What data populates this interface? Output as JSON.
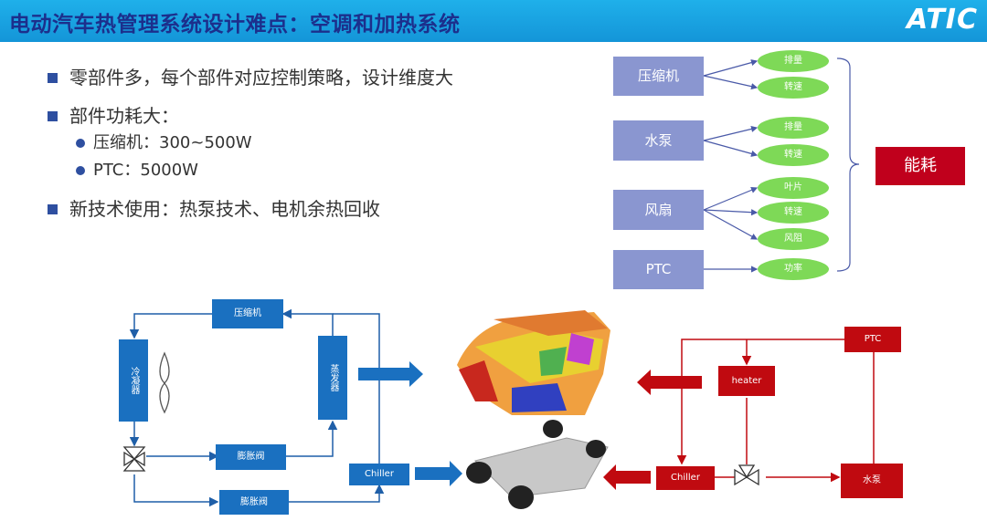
{
  "header": {
    "title": "电动汽车热管理系统设计难点：空调和加热系统",
    "logo": "ATIC"
  },
  "bullets": {
    "b1": "零部件多，每个部件对应控制策略，设计维度大",
    "b2": "部件功耗大：",
    "b2_sub1": "压缩机：300~500W",
    "b2_sub2": "PTC：5000W",
    "b3": "新技术使用：热泵技术、电机余热回收"
  },
  "tree": {
    "compressor": "压缩机",
    "pump": "水泵",
    "fan": "风扇",
    "ptc": "PTC",
    "c_disp": "排量",
    "c_speed": "转速",
    "p_disp": "排量",
    "p_speed": "转速",
    "f_blade": "叶片",
    "f_speed": "转速",
    "f_resist": "风阻",
    "ptc_power": "功率",
    "energy": "能耗"
  },
  "ac": {
    "compressor": "压缩机",
    "condenser": "冷凝器",
    "evaporator": "蒸发器",
    "exp_valve1": "膨胀阀",
    "exp_valve2": "膨胀阀",
    "chiller": "Chiller"
  },
  "heat": {
    "ptc": "PTC",
    "heater": "heater",
    "chiller": "Chiller",
    "pump": "水泵"
  },
  "colors": {
    "header": "#1495d8",
    "title": "#1c2f8c",
    "bullet": "#2e4fa0",
    "tree_box": "#8a96d0",
    "pill": "#7ed957",
    "energy": "#c0001c",
    "ac_blue": "#1a70c0",
    "heat_red": "#c00a10"
  }
}
